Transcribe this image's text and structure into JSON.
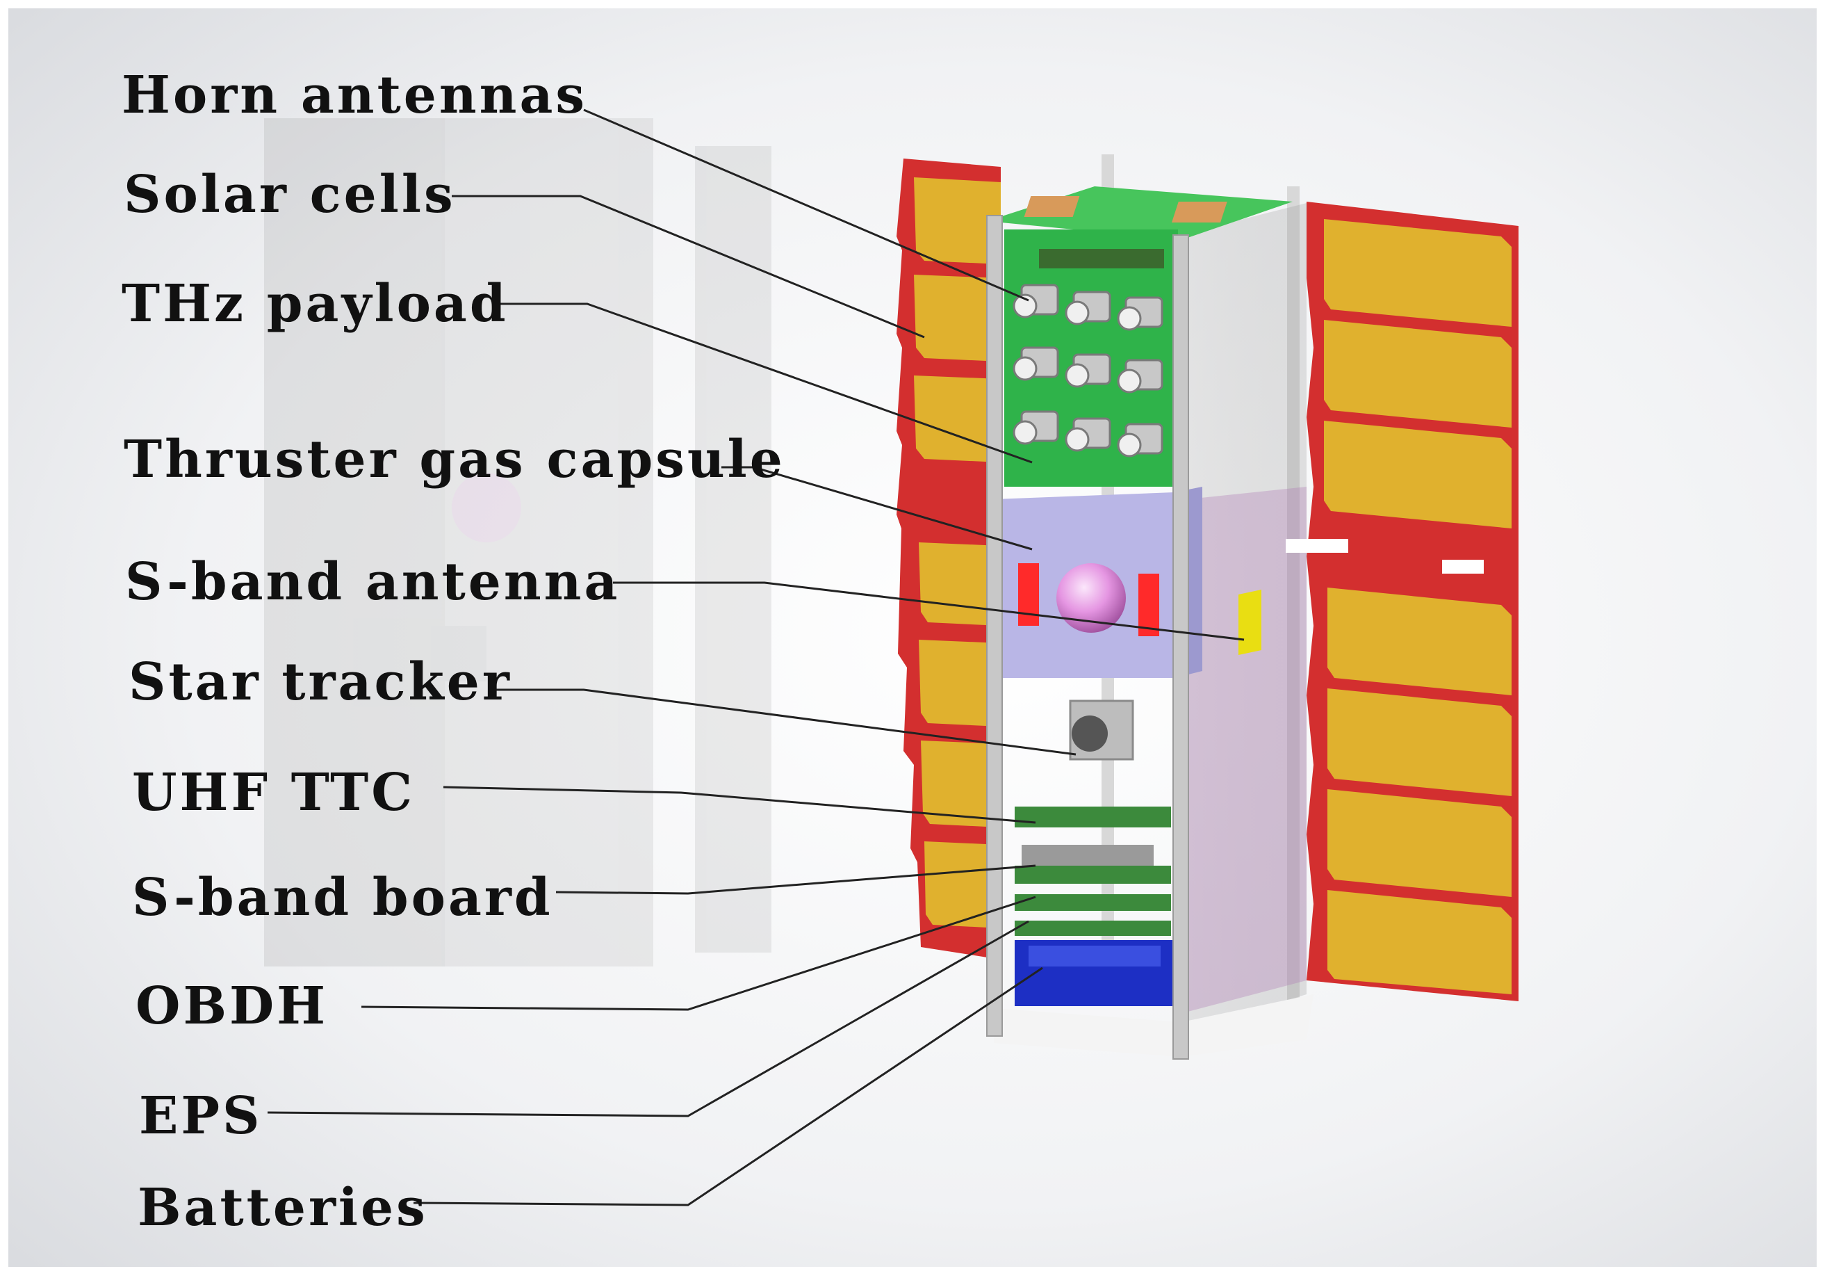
{
  "labels": [
    "Horn antennas",
    "Solar cells",
    "THz payload",
    "Thruster gas capsule",
    "S-band antenna",
    "Star tracker",
    "UHF TTC",
    "S-band board",
    "OBDH",
    "EPS",
    "Batteries"
  ],
  "colors": {
    "solar_panel_frame": "#d32f2f",
    "solar_cell": "#e0b12e",
    "thz_board": "#2fb34a",
    "thruster_block": "#b9b6e6",
    "thruster_nozzle": "#ff2a2a",
    "s_band_antenna": "#e9de12",
    "pcb_green": "#3c8a3c",
    "batteries": "#1d2fc4",
    "rail": "#c8c8c8"
  }
}
